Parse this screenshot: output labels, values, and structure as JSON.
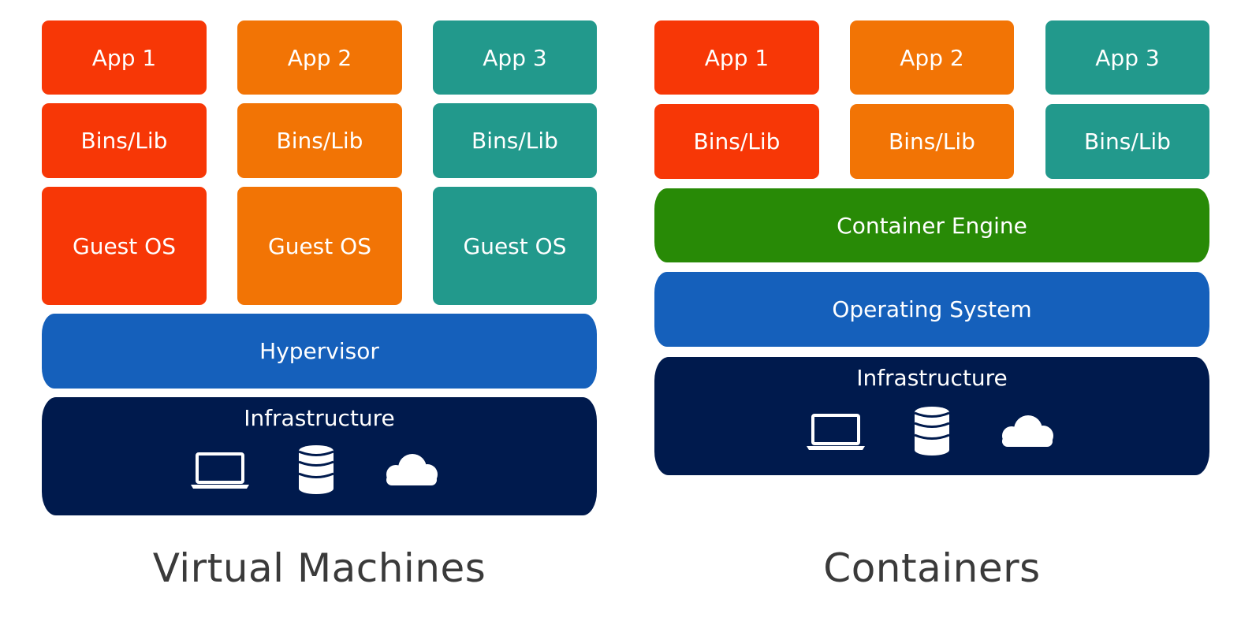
{
  "colors": {
    "red": "#f73706",
    "orange": "#f27405",
    "teal": "#22998c",
    "blue": "#1560bb",
    "green": "#288a06",
    "navy": "#001a4d",
    "caption": "#3a3a3a"
  },
  "vm": {
    "apps": [
      "App 1",
      "App 2",
      "App 3"
    ],
    "bins": [
      "Bins/Lib",
      "Bins/Lib",
      "Bins/Lib"
    ],
    "guest_os": [
      "Guest OS",
      "Guest OS",
      "Guest OS"
    ],
    "hypervisor": "Hypervisor",
    "infrastructure": {
      "label": "Infrastructure",
      "icons": [
        "laptop-icon",
        "database-icon",
        "cloud-icon"
      ]
    },
    "caption": "Virtual Machines"
  },
  "containers": {
    "apps": [
      "App 1",
      "App 2",
      "App 3"
    ],
    "bins": [
      "Bins/Lib",
      "Bins/Lib",
      "Bins/Lib"
    ],
    "engine": "Container Engine",
    "os": "Operating System",
    "infrastructure": {
      "label": "Infrastructure",
      "icons": [
        "laptop-icon",
        "database-icon",
        "cloud-icon"
      ]
    },
    "caption": "Containers"
  }
}
